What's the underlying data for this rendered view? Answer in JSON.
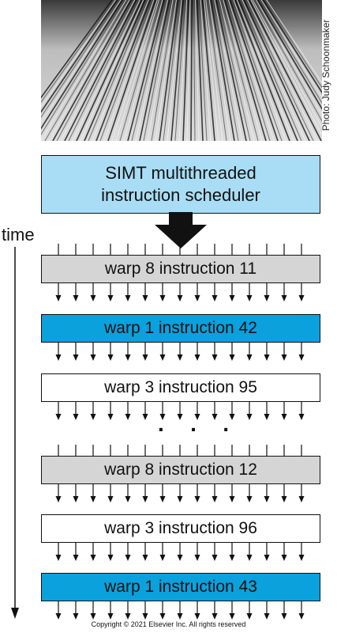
{
  "photo": {
    "credit": "Photo: Judy Schoonmaker"
  },
  "scheduler": {
    "line1": "SIMT multithreaded",
    "line2": "instruction scheduler",
    "color": "#a8ddf5"
  },
  "time_label": "time",
  "rows": [
    {
      "label": "warp 8 instruction 11",
      "style": "gray"
    },
    {
      "label": "warp 1 instruction 42",
      "style": "blue"
    },
    {
      "label": "warp 3 instruction 95",
      "style": "white"
    },
    {
      "label": "warp 8 instruction 12",
      "style": "gray"
    },
    {
      "label": "warp 3 instruction 96",
      "style": "white"
    },
    {
      "label": "warp 1 instruction 43",
      "style": "blue"
    }
  ],
  "ellipsis": "· · ·",
  "colors": {
    "gray": "#d5d5d5",
    "blue": "#0aa1dd",
    "white": "#ffffff"
  },
  "copyright": "Copyright © 2021 Elsevier Inc. All rights reserved"
}
